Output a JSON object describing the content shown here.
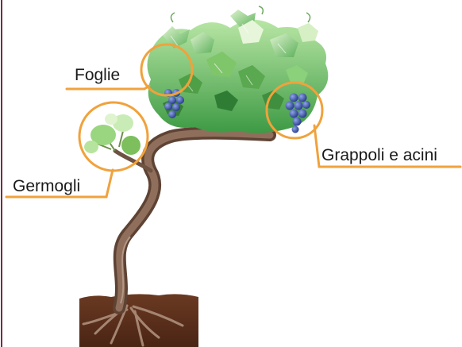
{
  "labels": {
    "leaves": "Foglie",
    "shoots": "Germogli",
    "bunches": "Grappoli e acini"
  },
  "colors": {
    "callout": "#f0a23c",
    "frame": "#7a2a42",
    "leaf_light": "#8fd07a",
    "leaf_dark": "#2f8a3a",
    "grape": "#3a4f9c",
    "trunk": "#7d5c4a",
    "soil": "#5a2e1c"
  }
}
